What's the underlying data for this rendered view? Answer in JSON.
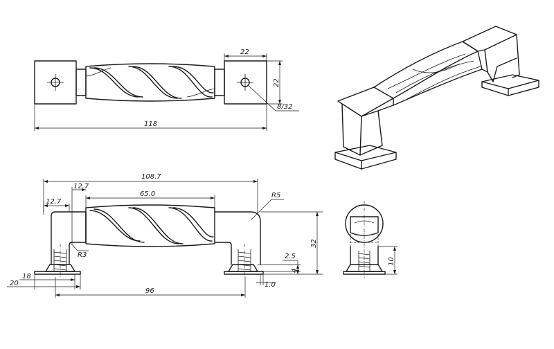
{
  "dimensions": {
    "top_view": {
      "overall_length": "118",
      "base_width": "22",
      "base_height": "22",
      "hole": "8/32"
    },
    "front_view": {
      "overall_length": "108.7",
      "shoulder_left": "12.7",
      "leg_width": "12.7",
      "twist_length": "65.0",
      "outer_radius": "R5",
      "inner_radius": "R3",
      "height": "32",
      "flange_thickness": "2.5",
      "base_height": "4",
      "base_step": "1.0",
      "foot_inner": "18",
      "foot_outer": "20",
      "center_distance": "96"
    },
    "side_view": {
      "post_height": "10"
    }
  }
}
